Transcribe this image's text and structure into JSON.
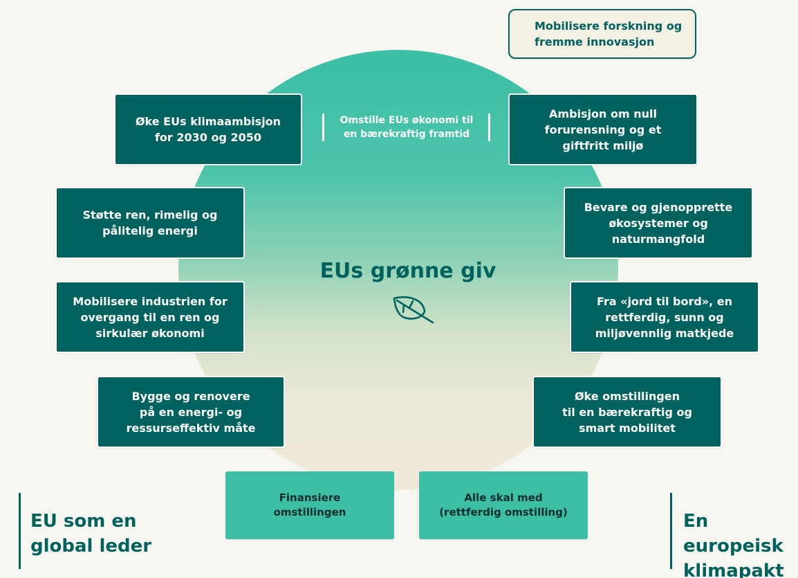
{
  "title": "EUs grønne giv",
  "center_note": "Omstille EUs økonomi til\nen bærekraftig framtid",
  "top_right_box": "Mobilisere forskning og\nfremme innovasjon",
  "left_boxes": [
    "Øke EUs klimaambisjon\nfor 2030 og 2050",
    "Støtte ren, rimelig og\npålitelig energi",
    "Mobilisere industrien for\novergang til en ren og\nsirkulær økonomi",
    "Bygge  og renovere\npå en energi- og\nressurseffektiv måte"
  ],
  "right_boxes": [
    "Ambisjon om null\nforurensning og et\ngiftfritt miljø",
    "Bevare og gjenopprette\nøkosystemer og\nnaturmangfold",
    "Fra «jord til bord», en\nrettferdig, sunn og\nmiljøvennlig matkjede",
    "Øke omstillingen\ntil en bærekraftig og\nsmart mobilitet"
  ],
  "bottom_boxes": [
    "Finansiere\nomstillingen",
    "Alle skal med\n(rettferdig omstilling)"
  ],
  "left_label": "EU som en\nglobal leder",
  "right_label": "En europeisk\nklimapakt",
  "icon": "leaf-icon",
  "colors": {
    "dark_teal": "#00625e",
    "teal": "#3cbfa5",
    "cream": "#f8f6f0",
    "beige": "#efe9d8"
  }
}
